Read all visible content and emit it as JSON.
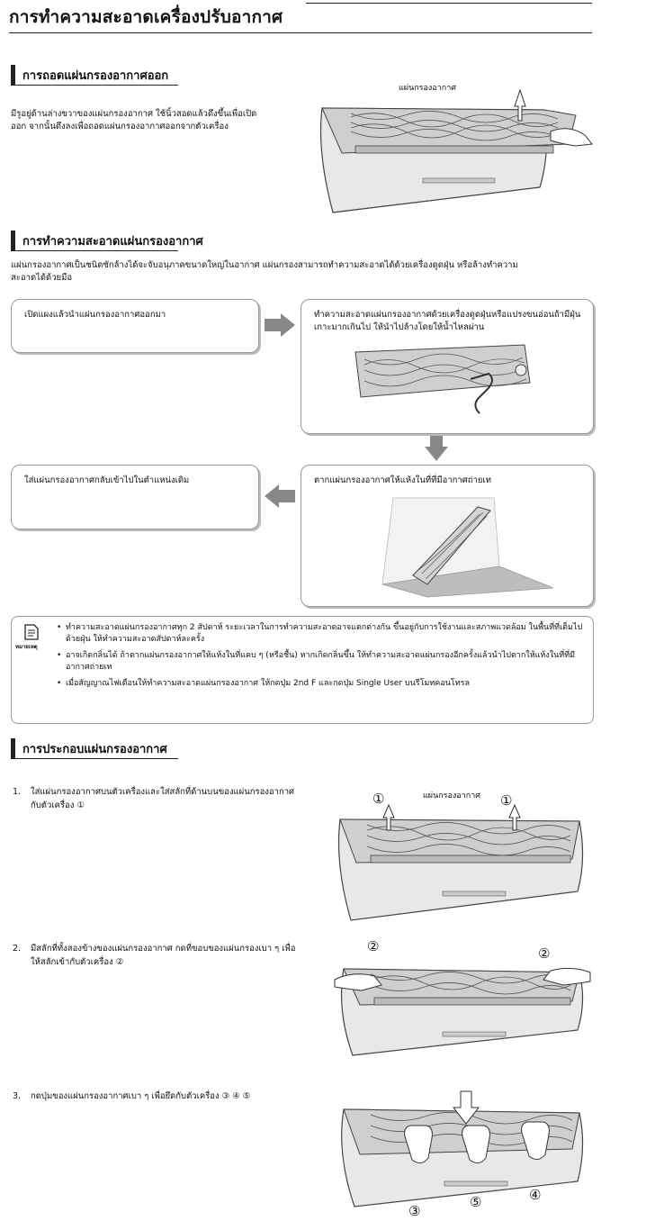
{
  "page": {
    "title": "การทำความสะอาดเครื่องปรับอากาศ"
  },
  "section_remove": {
    "heading": "การถอดแผ่นกรองอากาศออก",
    "body_line1": "มีรูอยู่ด้านล่างขวาของแผ่นกรองอากาศ ใช้นิ้วสอดแล้วดึงขึ้นเพื่อเปิด",
    "body_line2": "ออก จากนั้นดึงลงเพื่อถอดแผ่นกรองอากาศออกจากตัวเครื่อง",
    "figure_label": "แผ่นกรองอากาศ"
  },
  "section_clean": {
    "heading": "การทำความสะอาดแผ่นกรองอากาศ",
    "intro_line1": "แผ่นกรองอากาศเป็นชนิดซักล้างได้จะจับอนุภาคขนาดใหญ่ในอากาศ แผ่นกรองสามารถทำความสะอาดได้ด้วยเครื่องดูดฝุ่น หรือล้างทำความ",
    "intro_line2": "สะอาดได้ด้วยมือ",
    "step1": "เปิดแผงแล้วนำแผ่นกรองอากาศออกมา",
    "step2_line1": "ทำความสะอาดแผ่นกรองอากาศด้วยเครื่องดูดฝุ่นหรือแปรงขนอ่อนถ้ามีฝุ่น",
    "step2_line2": "เกาะมากเกินไป ให้นำไปล้างโดยให้น้ำไหลผ่าน",
    "step3": "ตากแผ่นกรองอากาศให้แห้งในที่ที่มีอากาศถ่ายเท",
    "step4": "ใส่แผ่นกรองอากาศกลับเข้าไปในตำแหน่งเดิม"
  },
  "note": {
    "icon_label": "หมายเหตุ",
    "items": [
      "ทำความสะอาดแผ่นกรองอากาศทุก 2 สัปดาห์ ระยะเวลาในการทำความสะอาดอาจแตกต่างกัน ขึ้นอยู่กับการใช้งานและสภาพแวดล้อม ในพื้นที่ที่เต็มไปด้วยฝุ่น ให้ทำความสะอาดสัปดาห์ละครั้ง",
      "อาจเกิดกลิ่นได้ ถ้าตากแผ่นกรองอากาศให้แห้งในที่แคบ ๆ (หรือชื้น) หากเกิดกลิ่นขึ้น ให้ทำความสะอาดแผ่นกรองอีกครั้งแล้วนำไปตากให้แห้งในที่ที่มีอากาศถ่ายเท",
      "เมื่อสัญญาณไฟเตือนให้ทำความสะอาดแผ่นกรองอากาศ ให้กดปุ่ม 2nd F และกดปุ่ม Single User บนรีโมทคอนโทรล"
    ]
  },
  "section_assemble": {
    "heading": "การประกอบแผ่นกรองอากาศ",
    "step1_num": "1.",
    "step1_line1": "ใส่แผ่นกรองอากาศบนตัวเครื่องและใส่สลักที่ด้านบนของแผ่นกรองอากาศ",
    "step1_line2": "กับตัวเครื่อง ①",
    "step2_num": "2.",
    "step2_line1": "มีสลักที่ทั้งสองข้างของแผ่นกรองอากาศ กดที่ขอบของแผ่นกรองเบา ๆ เพื่อ",
    "step2_line2": "ให้สลักเข้ากับตัวเครื่อง ②",
    "step3_num": "3.",
    "step3_line1": "กดปุ่มของแผ่นกรองอากาศเบา ๆ เพื่อยึดกับตัวเครื่อง ③ ④ ⑤",
    "fig1_label": "แผ่นกรองอากาศ",
    "fig1_mark": "①",
    "fig2_mark": "②",
    "fig3_mark3": "③",
    "fig3_mark4": "④",
    "fig3_mark5": "⑤"
  }
}
